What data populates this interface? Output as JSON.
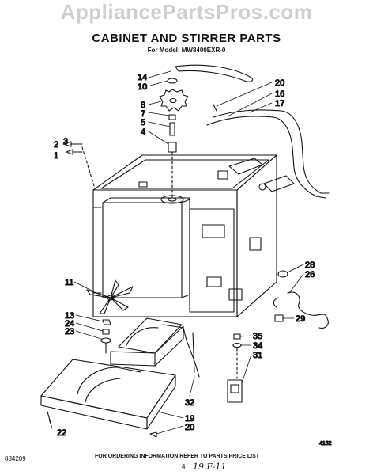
{
  "watermark": "AppliancePartsPros.com",
  "title": "CABINET AND STIRRER PARTS",
  "model": "For Model: MW8400EXR-0",
  "callouts": {
    "c14": "14",
    "c10": "10",
    "c8": "8",
    "c7": "7",
    "c5": "5",
    "c4": "4",
    "c2": "2",
    "c3": "3",
    "c1": "1",
    "c20a": "20",
    "c16": "16",
    "c17": "17",
    "c11": "11",
    "c13": "13",
    "c24": "24",
    "c23": "23",
    "c28": "28",
    "c26": "26",
    "c29": "29",
    "c32": "32",
    "c35": "35",
    "c34": "34",
    "c31": "31",
    "c19": "19",
    "c20b": "20",
    "c22": "22"
  },
  "figure_number": "4152",
  "footer": {
    "doc_number": "884209",
    "ordering_note": "FOR ORDERING INFORMATION REFER TO PARTS PRICE LIST",
    "page": "4",
    "handwritten": "19.F-11"
  }
}
